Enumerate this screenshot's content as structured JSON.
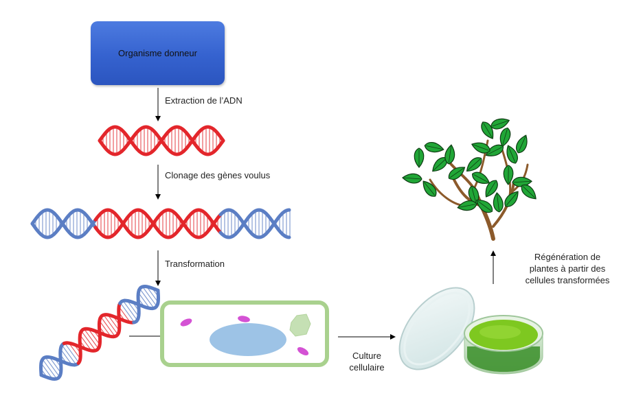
{
  "nodes": {
    "donor": "Organisme donneur"
  },
  "steps": {
    "extraction": "Extraction de l’ADN",
    "cloning": "Clonage des gènes voulus",
    "transformation": "Transformation",
    "culture": "Culture\ncellulaire",
    "regeneration": "Régénération de\nplantes à partir des\ncellules transformées"
  },
  "colors": {
    "dna_red": "#e3262b",
    "dna_blue": "#5b7ec4",
    "donor_box": "#3562cf",
    "cell_border": "#a9d18e",
    "nucleus": "#9dc3e6",
    "organelle": "#d452d4",
    "chloroplast": "#c5e0b4",
    "medium": "#7ec820",
    "leaf": "#21a637",
    "branch": "#8c5a2b"
  }
}
